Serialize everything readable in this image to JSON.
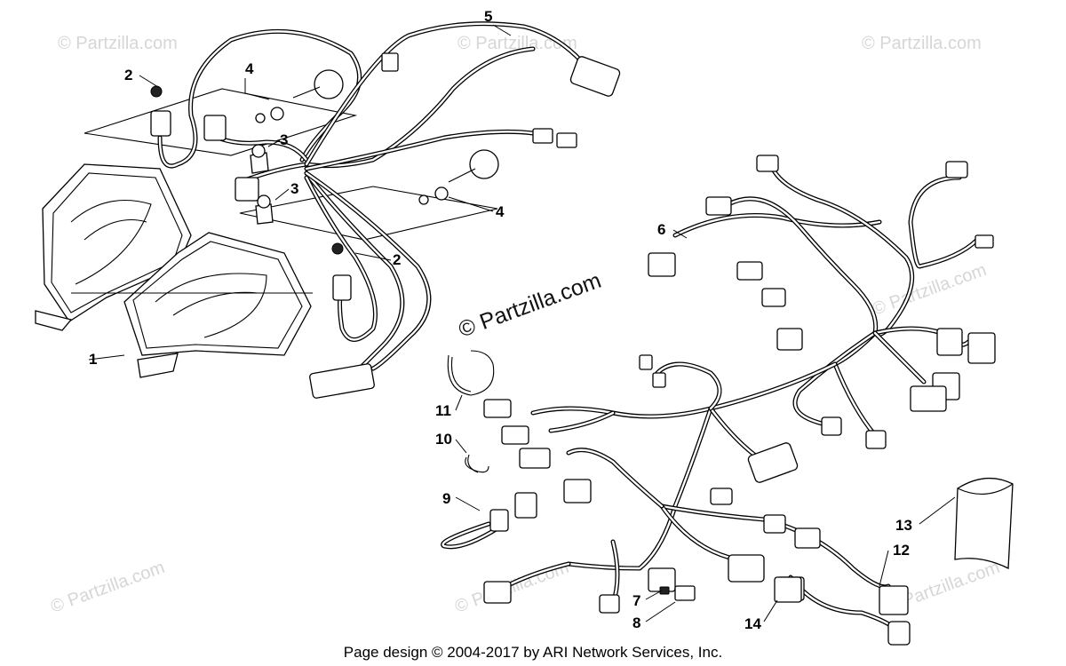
{
  "watermarks": {
    "main": "© Partzilla.com",
    "faint": "© Partzilla.com"
  },
  "footer": {
    "text": "Page design © 2004-2017 by ARI Network Services, Inc."
  },
  "callouts": [
    "1",
    "2",
    "2",
    "3",
    "3",
    "4",
    "4",
    "5",
    "6",
    "7",
    "8",
    "9",
    "10",
    "11",
    "12",
    "13",
    "14"
  ],
  "colors": {
    "line": "#000000",
    "background": "#ffffff",
    "watermark": "#d6d6d6"
  }
}
